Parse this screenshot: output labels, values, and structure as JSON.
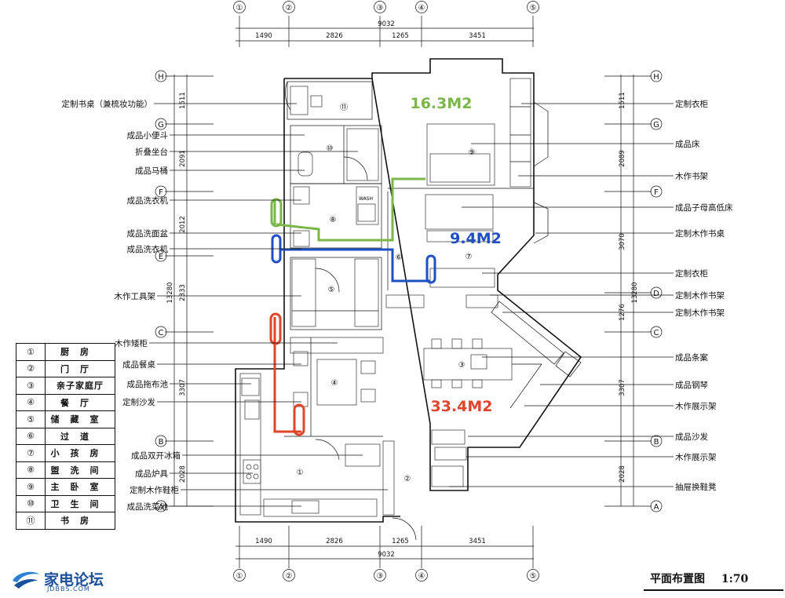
{
  "top_dims": {
    "total": "9032",
    "segments": [
      "1490",
      "2826",
      "1265",
      "3451"
    ]
  },
  "bottom_dims": {
    "total": "9032",
    "segments": [
      "1490",
      "2826",
      "1265",
      "3451"
    ]
  },
  "col_axes": [
    "①",
    "②",
    "③",
    "④",
    "⑤"
  ],
  "row_axes": [
    "H",
    "G",
    "F",
    "E",
    "D",
    "C",
    "B",
    "A"
  ],
  "left_dims": {
    "total": "13280",
    "segments": [
      "1511",
      "2091",
      "2012",
      "2333",
      "3307",
      "2028"
    ]
  },
  "right_dims": {
    "total": "13280",
    "segments": [
      "1511",
      "2089",
      "3070",
      "1276",
      "3307",
      "2028"
    ]
  },
  "left_labels": [
    "定制书桌（兼梳妆功能）",
    "成品小便斗",
    "折叠坐台",
    "成品马桶",
    "成品洗衣机",
    "成品洗面盆",
    "成品洗衣机",
    "木作工具架",
    "木作矮柜",
    "成品餐桌",
    "成品拖布池",
    "定制沙发",
    "成品双开冰箱",
    "成品炉具",
    "定制木作鞋柜",
    "成品洗菜池"
  ],
  "right_labels": [
    "定制衣柜",
    "成品床",
    "木作书架",
    "成品子母高低床",
    "定制木作书桌",
    "定制衣柜",
    "定制木作书架",
    "定制木作书架",
    "成品条案",
    "成品钢琴",
    "木作展示架",
    "成品沙发",
    "木作展示架",
    "抽屉换鞋凳"
  ],
  "areas": {
    "master": "16.3M2",
    "kids": "9.4M2",
    "living": "33.4M2"
  },
  "colors": {
    "green": "#7ab648",
    "blue": "#1f4fc4",
    "red": "#e0452b"
  },
  "room_numbers": [
    "⑪",
    "⑩",
    "⑨",
    "⑧",
    "⑦",
    "⑥",
    "⑤",
    "④",
    "③",
    "②",
    "①"
  ],
  "wash_text": "WASH",
  "legend": [
    {
      "num": "①",
      "name": "厨房"
    },
    {
      "num": "②",
      "name": "门厅"
    },
    {
      "num": "③",
      "name": "亲子家庭厅"
    },
    {
      "num": "④",
      "name": "餐厅"
    },
    {
      "num": "⑤",
      "name": "储藏室"
    },
    {
      "num": "⑥",
      "name": "过道"
    },
    {
      "num": "⑦",
      "name": "小孩房"
    },
    {
      "num": "⑧",
      "name": "盥洗间"
    },
    {
      "num": "⑨",
      "name": "主卧室"
    },
    {
      "num": "⑩",
      "name": "卫生间"
    },
    {
      "num": "⑪",
      "name": "书房"
    }
  ],
  "footer": {
    "title": "平面布置图",
    "scale": "1:70"
  },
  "logo": {
    "name": "家电论坛",
    "url_text": "JDBBS.COM"
  }
}
